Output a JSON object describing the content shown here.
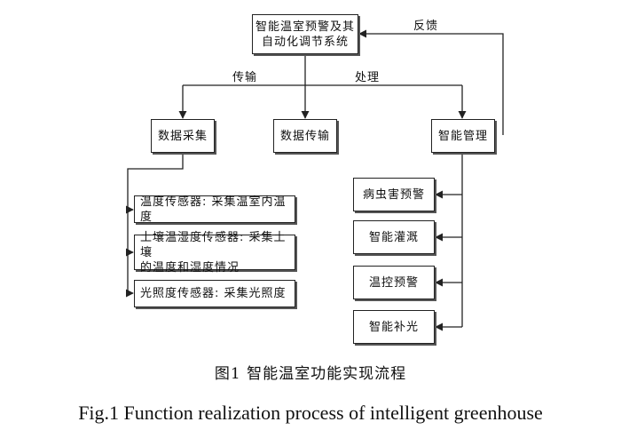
{
  "nodes": {
    "root": "智能温室预警及其\n自动化调节系统",
    "collect": "数据采集",
    "transfer": "数据传输",
    "manage": "智能管理",
    "temp_sensor": "温度传感器: 采集温室内温度",
    "soil_sensor": "土壤温湿度传感器: 采集土壤\n的温度和湿度情况",
    "light_sensor": "光照度传感器: 采集光照度",
    "pest": "病虫害预警",
    "irrigation": "智能灌溉",
    "temp_control": "温控预警",
    "supplement_light": "智能补光"
  },
  "edge_labels": {
    "transmit": "传输",
    "process": "处理",
    "feedback": "反馈"
  },
  "caption": {
    "chinese": "图1 智能温室功能实现流程",
    "english": "Fig.1 Function realization process of intelligent greenhouse"
  }
}
